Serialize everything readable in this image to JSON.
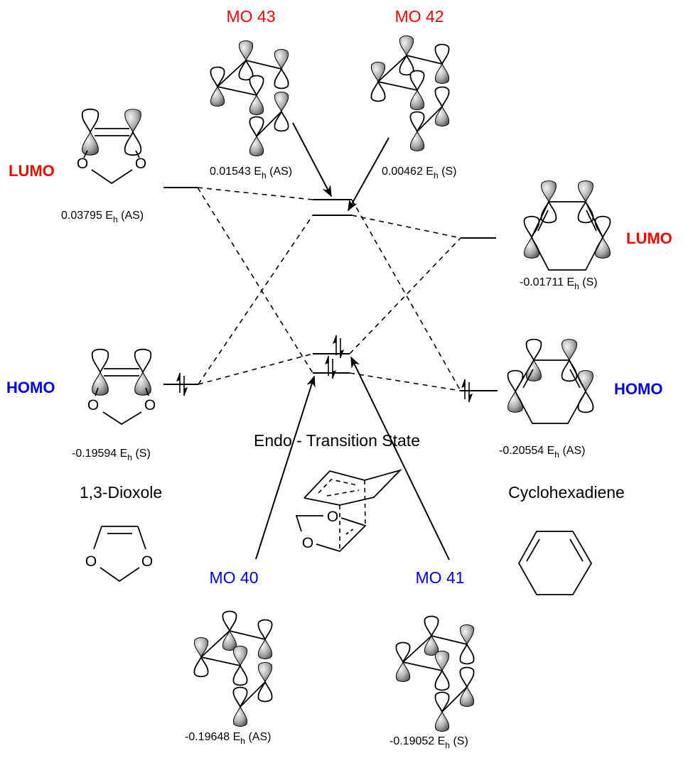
{
  "colors": {
    "lumo": "#ff0000",
    "homo": "#0000ee",
    "mo_virtual": "#ff0000",
    "mo_occupied": "#0000dd",
    "text": "#000000"
  },
  "dioxole": {
    "name": "1,3-Dioxole",
    "lumo": {
      "label": "LUMO",
      "energy_value": "0.03795",
      "energy_unit": "E",
      "energy_sub": "h",
      "symmetry": "(AS)",
      "phases": [
        "empty-up",
        "filled-up"
      ]
    },
    "homo": {
      "label": "HOMO",
      "energy_value": "-0.19594",
      "energy_unit": "E",
      "energy_sub": "h",
      "symmetry": "(S)",
      "phases": [
        "filled-down",
        "filled-down"
      ]
    },
    "atoms": [
      "O",
      "O"
    ]
  },
  "cyclohexadiene": {
    "name": "Cyclohexadiene",
    "lumo": {
      "label": "LUMO",
      "energy_value": "-0.01711",
      "energy_unit": "E",
      "energy_sub": "h",
      "symmetry": "(S)"
    },
    "homo": {
      "label": "HOMO",
      "energy_value": "-0.20554",
      "energy_unit": "E",
      "energy_sub": "h",
      "symmetry": "(AS)"
    }
  },
  "transition_state": {
    "name": "Endo - Transition State",
    "atoms": [
      "O",
      "O"
    ],
    "mos": [
      {
        "label": "MO 43",
        "energy_value": "0.01543",
        "energy_unit": "E",
        "energy_sub": "h",
        "symmetry": "(AS)",
        "occupied": false
      },
      {
        "label": "MO 42",
        "energy_value": "0.00462",
        "energy_unit": "E",
        "energy_sub": "h",
        "symmetry": "(S)",
        "occupied": false
      },
      {
        "label": "MO 41",
        "energy_value": "-0.19052",
        "energy_unit": "E",
        "energy_sub": "h",
        "symmetry": "(S)",
        "occupied": true
      },
      {
        "label": "MO 40",
        "energy_value": "-0.19648",
        "energy_unit": "E",
        "energy_sub": "h",
        "symmetry": "(AS)",
        "occupied": true
      }
    ]
  },
  "icons": {
    "electron_pair": "up-down-half-arrows",
    "orbital_lobe_filled": "shaded-p-lobe",
    "orbital_lobe_empty": "outline-p-lobe"
  }
}
